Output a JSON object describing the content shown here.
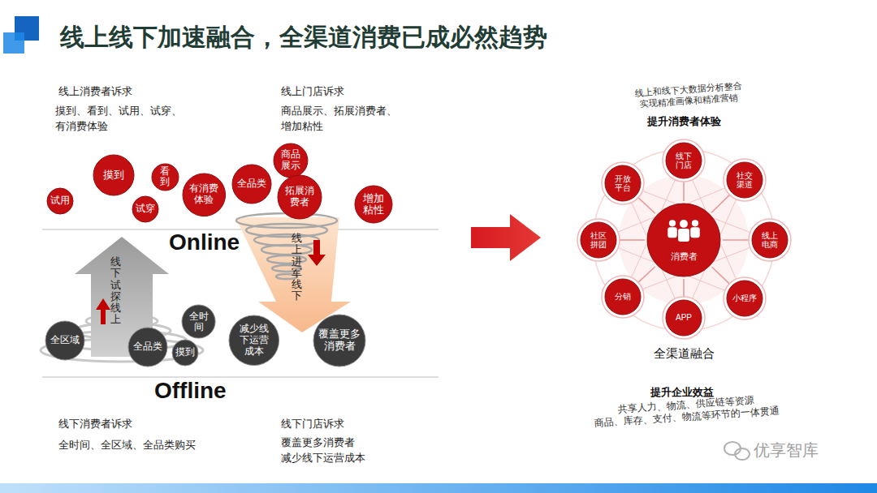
{
  "diagram": {
    "title": "线上线下加速融合，全渠道消费已成必然趋势",
    "nodes": [
      {
        "text": [
          "摸到"
        ]
      },
      {
        "text": [
          "看到"
        ]
      },
      {
        "text": [
          "试用"
        ]
      },
      {
        "text": [
          "试穿"
        ]
      },
      {
        "text": [
          "有消费体验"
        ]
      },
      {
        "text": [
          "全品类"
        ]
      },
      {
        "text": [
          "商品展示"
        ]
      },
      {
        "text": [
          "拓展消费者"
        ]
      },
      {
        "text": [
          "增加粘性"
        ]
      },
      {
        "text": [
          "全时间"
        ]
      },
      {
        "text": [
          "全区域"
        ]
      },
      {
        "text": [
          "全品类"
        ]
      },
      {
        "text": [
          "摸到"
        ]
      },
      {
        "text": [
          "减少线下运营成本"
        ]
      },
      {
        "text": [
          "覆盖更多消费者"
        ]
      },
      {
        "text": [
          "消费者"
        ]
      },
      {
        "text": [
          "线下门店"
        ]
      },
      {
        "text": [
          "社交渠道"
        ]
      },
      {
        "text": [
          "线上电商"
        ]
      },
      {
        "text": [
          "小程序"
        ]
      },
      {
        "text": [
          "APP"
        ]
      },
      {
        "text": [
          "分销"
        ]
      },
      {
        "text": [
          "社区拼团"
        ]
      },
      {
        "text": [
          "开放平台"
        ]
      }
    ],
    "edges": [
      {
        "from": 15,
        "to": 16,
        "arrow": "none"
      },
      {
        "from": 15,
        "to": 17,
        "arrow": "none"
      },
      {
        "from": 15,
        "to": 18,
        "arrow": "none"
      },
      {
        "from": 15,
        "to": 19,
        "arrow": "none"
      },
      {
        "from": 15,
        "to": 20,
        "arrow": "none"
      },
      {
        "from": 15,
        "to": 21,
        "arrow": "none"
      },
      {
        "from": 15,
        "to": 22,
        "arrow": "none"
      },
      {
        "from": 15,
        "to": 23,
        "arrow": "none"
      },
      {
        "from": 16,
        "to": 19,
        "arrow": "none"
      },
      {
        "from": 17,
        "to": 20,
        "arrow": "none"
      },
      {
        "from": 18,
        "to": 21,
        "arrow": "none"
      },
      {
        "from": 19,
        "to": 22,
        "arrow": "none"
      },
      {
        "from": 20,
        "to": 23,
        "arrow": "none"
      },
      {
        "from": 21,
        "to": 16,
        "arrow": "none"
      },
      {
        "from": 22,
        "to": 17,
        "arrow": "none"
      },
      {
        "from": 23,
        "to": 18,
        "arrow": "none"
      }
    ],
    "labels": [
      "线上消费者诉求",
      "摸到、看到、试用、试穿、 有消费体验",
      "线上门店诉求",
      "商品展示、拓展消费者、 增加粘性",
      "Online",
      "线上进军线下",
      "线下试探线上",
      "Offline",
      "线下消费者诉求",
      "全时间、全区域、全品类购买",
      "线下门店诉求",
      "覆盖更多消费者 减少线下运营成本",
      "线上和线下大数据分析整合 实现精准画像和精准营销",
      "提升消费者体验",
      "全渠道融合",
      "提升企业效益",
      "共享人力、物流、供应链等资源 商品、库存、支付、物流等环节的一体贯通",
      "优享智库"
    ]
  }
}
